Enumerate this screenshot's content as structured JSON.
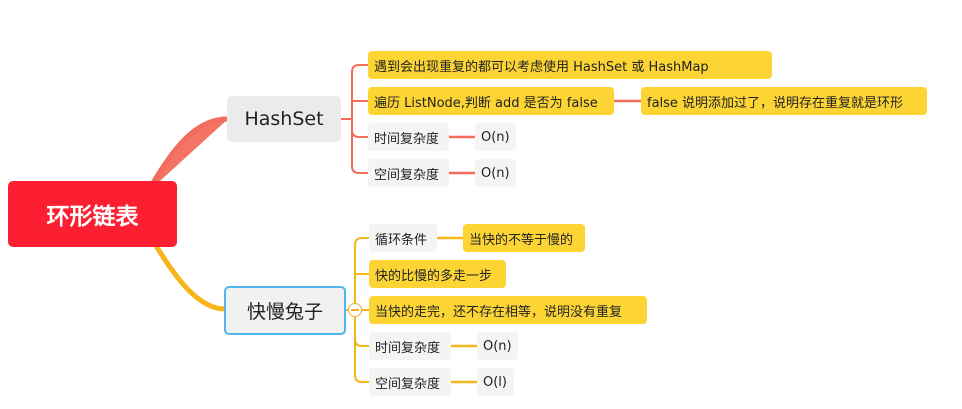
{
  "colors": {
    "root_fill": "#fb1f31",
    "hashset_branch": "#f26d5b",
    "rabbit_branch": "#f7b519",
    "highlight": "#fcd535",
    "selection": "#4fb6ee"
  },
  "root": {
    "label": "环形链表"
  },
  "branches": [
    {
      "label": "HashSet",
      "color": "#f26d5b",
      "children": [
        {
          "label": "遇到会出现重复的都可以考虑使用 HashSet 或 HashMap",
          "highlight": true
        },
        {
          "label": "遍历 ListNode,判断 add 是否为 false",
          "highlight": true,
          "child": {
            "label": "false 说明添加过了，说明存在重复就是环形",
            "highlight": true
          }
        },
        {
          "label": "时间复杂度",
          "highlight": false,
          "child": {
            "label": "O(n)",
            "highlight": false
          }
        },
        {
          "label": "空间复杂度",
          "highlight": false,
          "child": {
            "label": "O(n)",
            "highlight": false
          }
        }
      ]
    },
    {
      "label": "快慢兔子",
      "color": "#f7b519",
      "selected": true,
      "children": [
        {
          "label": "循环条件",
          "highlight": false,
          "child": {
            "label": "当快的不等于慢的",
            "highlight": true
          }
        },
        {
          "label": "快的比慢的多走一步",
          "highlight": true
        },
        {
          "label": "当快的走完，还不存在相等，说明没有重复",
          "highlight": true
        },
        {
          "label": "时间复杂度",
          "highlight": false,
          "child": {
            "label": "O(n)",
            "highlight": false
          }
        },
        {
          "label": "空间复杂度",
          "highlight": false,
          "child": {
            "label": "O(l)",
            "highlight": false
          }
        }
      ]
    }
  ]
}
